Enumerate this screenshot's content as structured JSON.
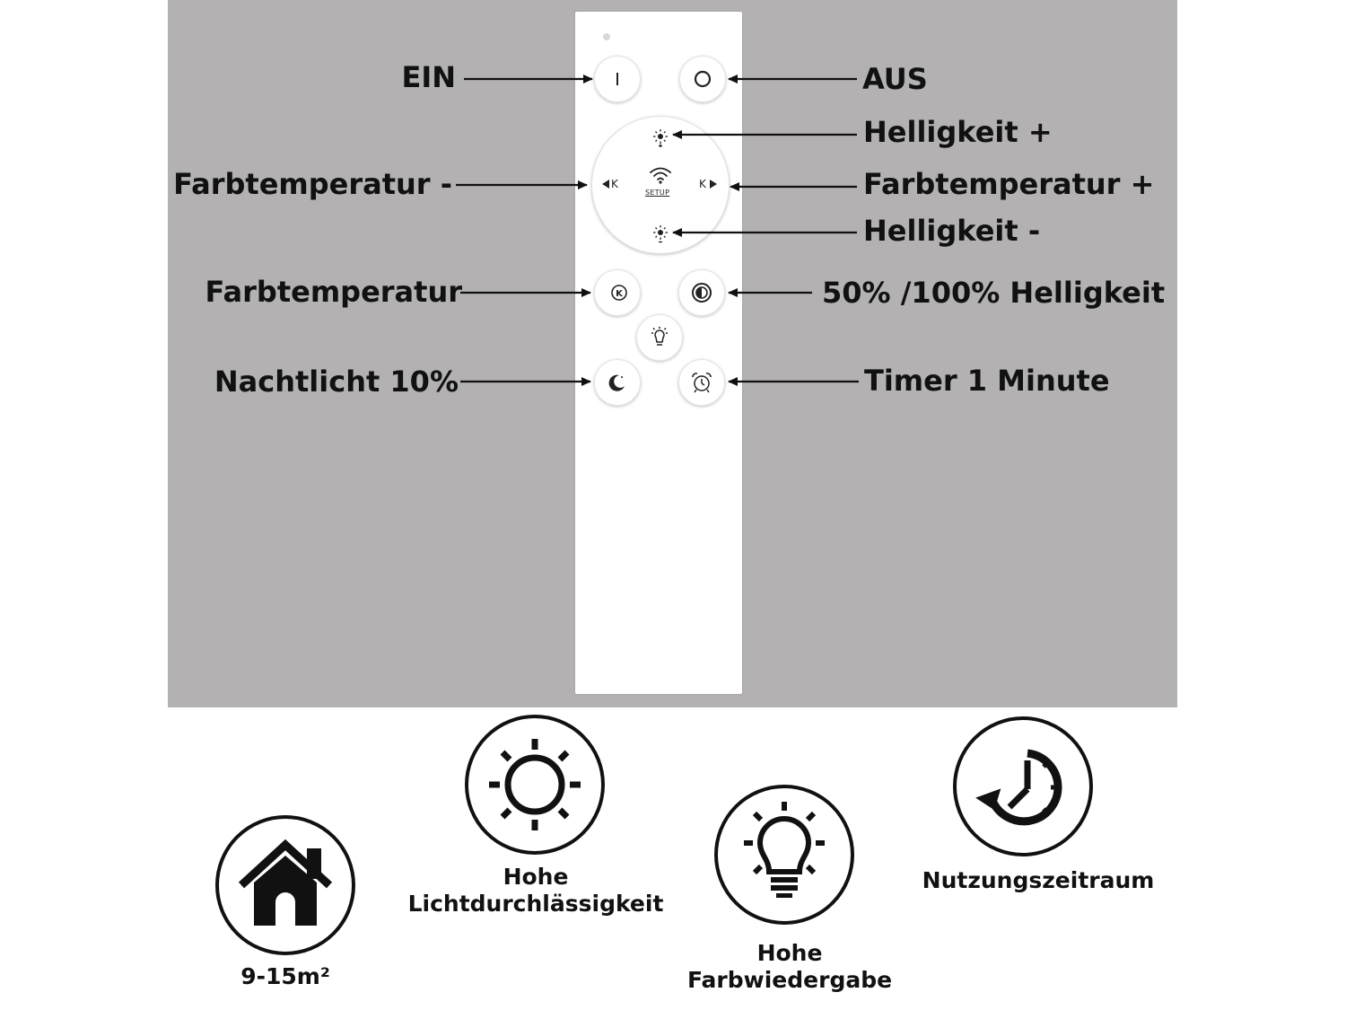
{
  "remote": {
    "setup_label": "SETUP",
    "k_left": "K",
    "k_right": "K",
    "k_button": "K"
  },
  "labels": {
    "ein": "EIN",
    "aus": "AUS",
    "helligkeit_plus": "Helligkeit +",
    "farbtemperatur_minus": "Farbtemperatur -",
    "farbtemperatur_plus": "Farbtemperatur +",
    "helligkeit_minus": "Helligkeit -",
    "farbtemperatur": "Farbtemperatur",
    "helligkeit_50_100": "50% /100% Helligkeit",
    "nachtlicht": "Nachtlicht 10%",
    "timer": "Timer 1 Minute"
  },
  "features": [
    {
      "icon": "house-icon",
      "caption": "9-15m²"
    },
    {
      "icon": "sun-icon",
      "caption_line1": "Hohe",
      "caption_line2": "Lichtdurchlässigkeit"
    },
    {
      "icon": "lightbulb-icon",
      "caption_line1": "Hohe",
      "caption_line2": "Farbwiedergabe"
    },
    {
      "icon": "clock-rotate-icon",
      "caption": "Nutzungszeitraum"
    }
  ],
  "colors": {
    "background_panel": "#b3b1b2",
    "remote": "#ffffff",
    "text": "#111111"
  }
}
